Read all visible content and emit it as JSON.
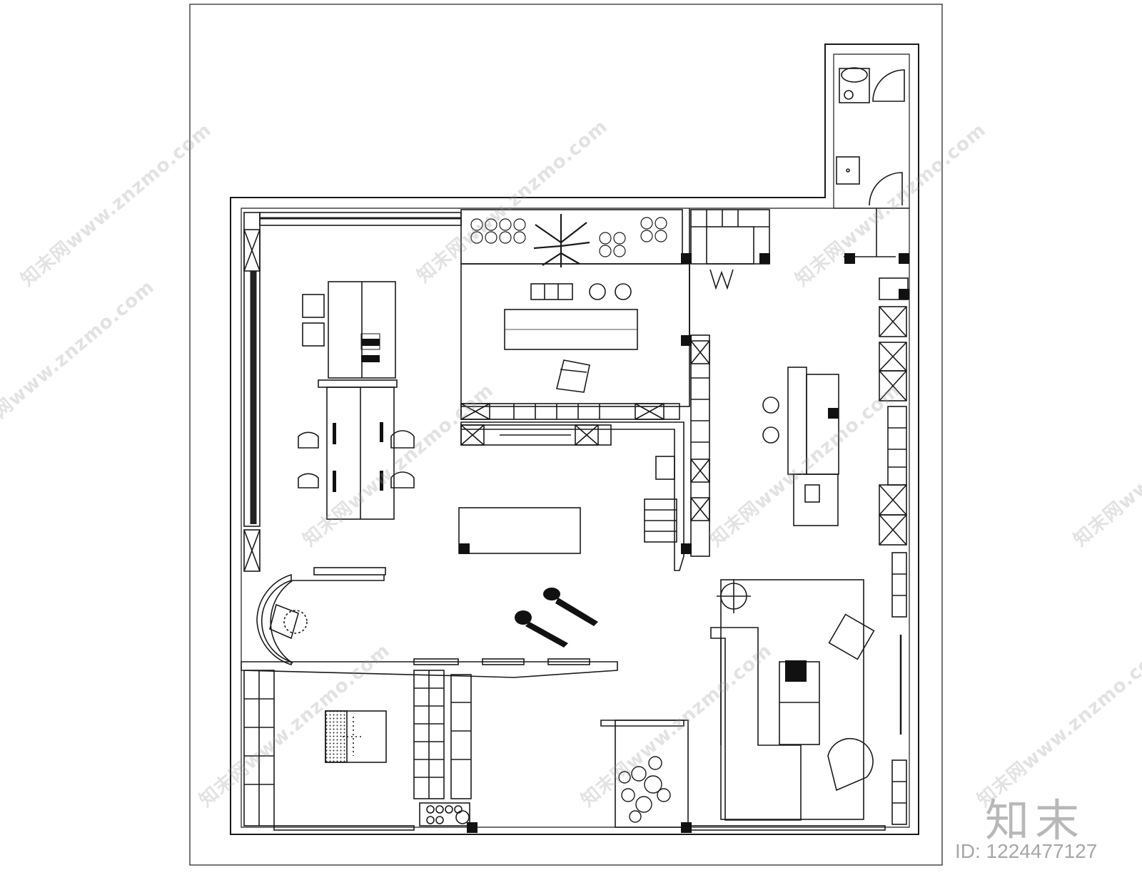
{
  "watermark": {
    "text": "知末网www.znzmo.com",
    "brand": "知末",
    "id_label": "ID: 1224477127"
  },
  "colors": {
    "line": "#1a1a1a",
    "fill": "#111111",
    "watermark": "#9a9a9a"
  }
}
